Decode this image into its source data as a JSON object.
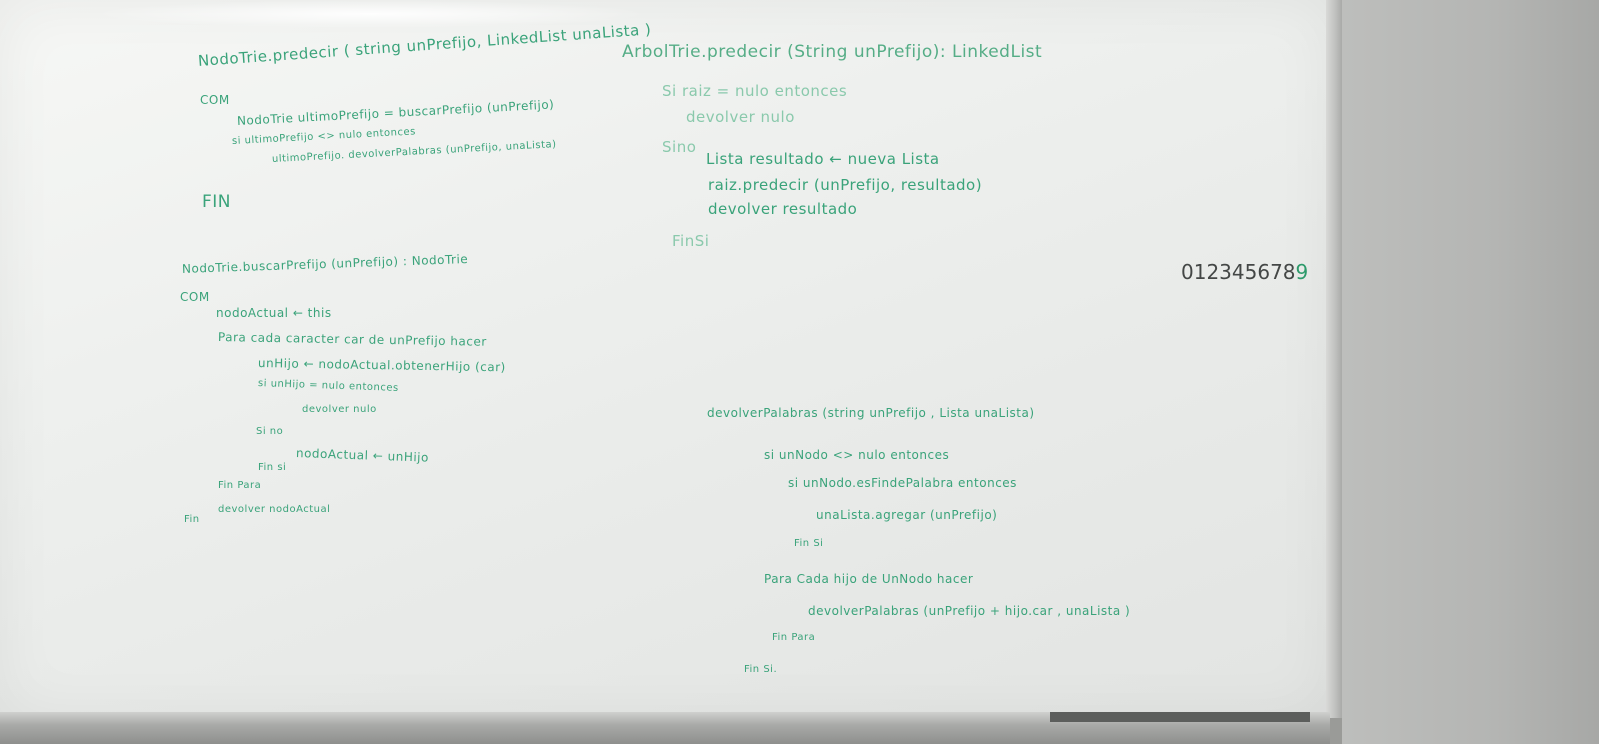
{
  "whiteboard": {
    "left_block": {
      "predecir": {
        "signature": "NodoTrie.predecir ( string unPrefijo, LinkedList unaLista )",
        "com": "COM",
        "line1": "NodoTrie ultimoPrefijo = buscarPrefijo (unPrefijo)",
        "line2": "si ultimoPrefijo <> nulo entonces",
        "line3": "ultimoPrefijo. devolverPalabras (unPrefijo, unaLista)",
        "fin": "FIN"
      },
      "buscar": {
        "signature": "NodoTrie.buscarPrefijo (unPrefijo) : NodoTrie",
        "com": "COM",
        "line1": "nodoActual ← this",
        "line2": "Para cada caracter car de unPrefijo hacer",
        "line3": "unHijo ← nodoActual.obtenerHijo (car)",
        "line4": "si unHijo = nulo entonces",
        "line5": "devolver nulo",
        "sino": "Si no",
        "line6": "nodoActual ← unHijo",
        "finsi": "Fin si",
        "finpara": "Fin Para",
        "fin": "Fin",
        "devolver": "devolver nodoActual"
      }
    },
    "right_block": {
      "arbol": {
        "signature": "ArbolTrie.predecir (String unPrefijo): LinkedList",
        "line1": "Si raiz = nulo entonces",
        "line2": "devolver nulo",
        "sino": "Sino",
        "line3": "Lista resultado ← nueva Lista",
        "line4": "raiz.predecir (unPrefijo, resultado)",
        "line5": "devolver resultado",
        "finsi": "FinSi"
      },
      "numbers": "012345678",
      "numbers_last": "9",
      "devolver": {
        "signature": "devolverPalabras (string unPrefijo , Lista unaLista)",
        "line1": "si unNodo <> nulo entonces",
        "line2": "si unNodo.esFindePalabra entonces",
        "line3": "unaLista.agregar (unPrefijo)",
        "finsi1": "Fin Si",
        "line4": "Para Cada hijo de UnNodo hacer",
        "line5": "devolverPalabras (unPrefijo + hijo.car , unaLista )",
        "finpara": "Fin Para",
        "finsi2": "Fin Si."
      }
    }
  },
  "colors": {
    "marker": "#3aa37a",
    "faint_marker": "#8ac9ac",
    "board": "#eef0ee",
    "wall": "#b4b5b3",
    "digits": "#444746"
  }
}
